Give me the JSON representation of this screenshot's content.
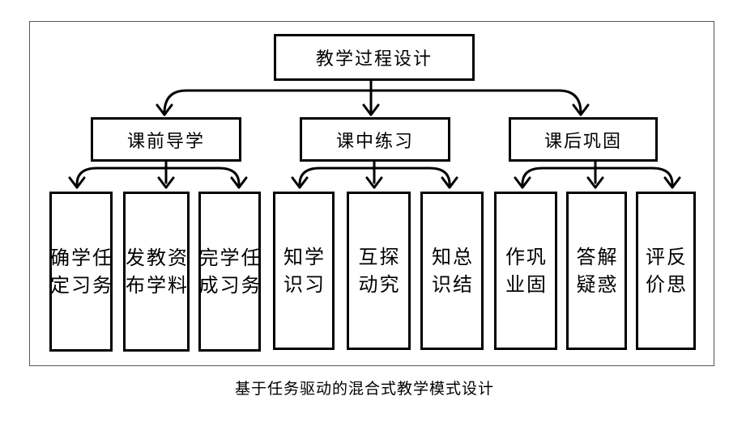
{
  "root": {
    "label": "教学过程设计"
  },
  "stages": [
    {
      "label": "课前导学",
      "tasks": [
        {
          "columns": [
            "确定",
            "学习",
            "任务"
          ]
        },
        {
          "columns": [
            "发布",
            "教学",
            "资料"
          ]
        },
        {
          "columns": [
            "完成",
            "学习",
            "任务"
          ]
        }
      ]
    },
    {
      "label": "课中练习",
      "tasks": [
        {
          "columns": [
            "知识",
            "学习"
          ]
        },
        {
          "columns": [
            "互动",
            "探究"
          ]
        },
        {
          "columns": [
            "知识",
            "总结"
          ]
        }
      ]
    },
    {
      "label": "课后巩固",
      "tasks": [
        {
          "columns": [
            "作业",
            "巩固"
          ]
        },
        {
          "columns": [
            "答疑",
            "解惑"
          ]
        },
        {
          "columns": [
            "评价",
            "反思"
          ]
        }
      ]
    }
  ],
  "caption": "基于任务驱动的混合式教学模式设计"
}
